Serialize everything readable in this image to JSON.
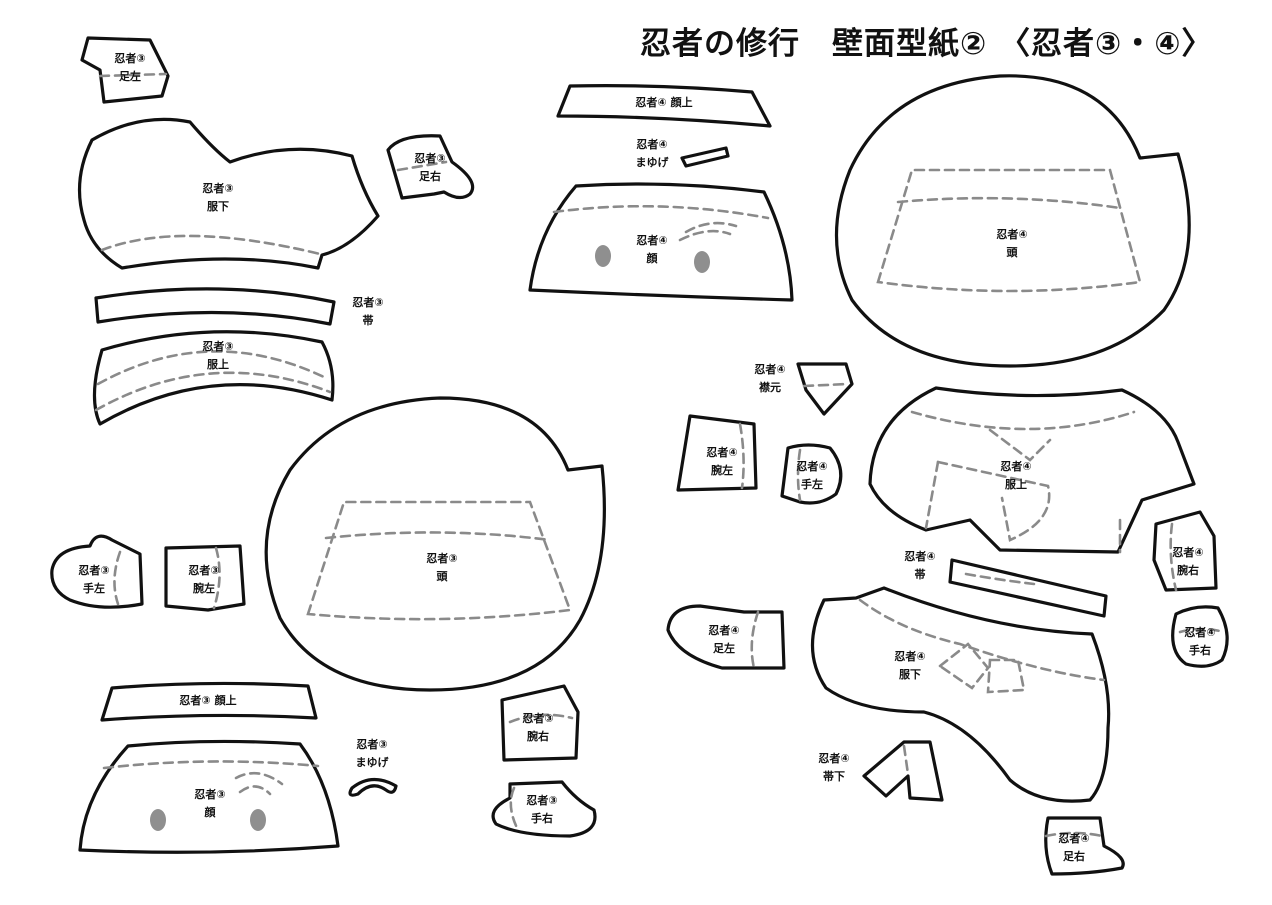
{
  "title": "忍者の修行　壁面型紙② 〈忍者③・④〉",
  "labels": {
    "n3": "忍者③",
    "n4": "忍者④",
    "ashi_hidari": "足左",
    "ashi_migi": "足右",
    "fuku_shita": "服下",
    "fuku_ue": "服上",
    "obi": "帯",
    "obi_shita": "帯下",
    "te_hidari": "手左",
    "te_migi": "手右",
    "ude_hidari": "腕左",
    "ude_migi": "腕右",
    "atama": "頭",
    "kao": "顔",
    "hitai_ue_n3": "忍者③ 顔上",
    "hitai_ue_n4": "忍者④ 顔上",
    "mayuge": "まゆげ",
    "erimoto": "襟元"
  }
}
